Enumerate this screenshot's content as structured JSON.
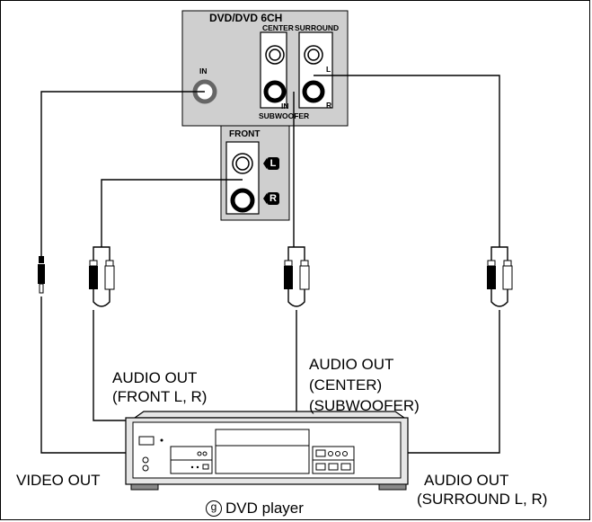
{
  "panel": {
    "title": "DVD/DVD 6CH",
    "center": "CENTER",
    "surround": "SURROUND",
    "in_video": "IN",
    "in_sub": "IN",
    "subwoofer": "SUBWOOFER",
    "l": "L",
    "r": "R"
  },
  "front": {
    "title": "FRONT",
    "l_badge": "L",
    "r_badge": "R"
  },
  "labels": {
    "audio_out_front_1": "AUDIO OUT",
    "audio_out_front_2": "(FRONT L, R)",
    "audio_out_center_1": "AUDIO OUT",
    "audio_out_center_2": "(CENTER)",
    "audio_out_center_3": "(SUBWOOFER)",
    "video_out": "VIDEO OUT",
    "audio_out_surround_1": "AUDIO OUT",
    "audio_out_surround_2": "(SURROUND L, R)",
    "player_marker": "g",
    "player_caption": "DVD player"
  }
}
